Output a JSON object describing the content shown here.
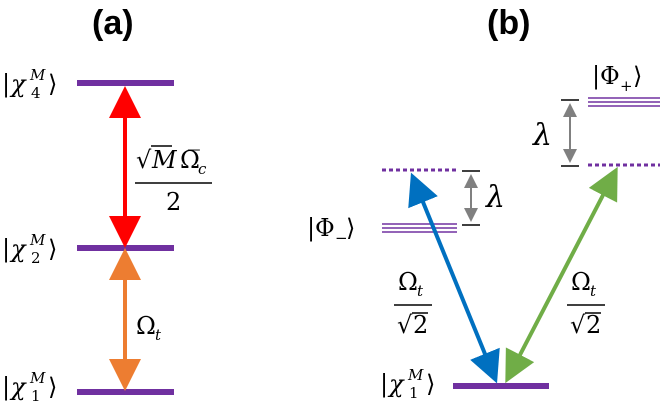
{
  "panel_a": {
    "label": "(a)",
    "states": {
      "chi4": {
        "bar": "|",
        "symbol": "χ",
        "sub": "4",
        "sup": "M",
        "close": "⟩"
      },
      "chi2": {
        "bar": "|",
        "symbol": "χ",
        "sub": "2",
        "sup": "M",
        "close": "⟩"
      },
      "chi1": {
        "bar": "|",
        "symbol": "χ",
        "sub": "1",
        "sup": "M",
        "close": "⟩"
      }
    },
    "coupling_upper": {
      "sqrt": "√",
      "M": "M",
      "omega_bar": "Ω̅",
      "sub": "c",
      "denominator": "2"
    },
    "coupling_lower": {
      "symbol": "Ω",
      "sub": "t"
    }
  },
  "panel_b": {
    "label": "(b)",
    "states": {
      "phi_minus": {
        "bar": "|",
        "symbol": "Φ",
        "sub": "−",
        "close": "⟩"
      },
      "phi_plus": {
        "bar": "|",
        "symbol": "Φ",
        "sub": "+",
        "close": "⟩"
      },
      "chi1": {
        "bar": "|",
        "symbol": "χ",
        "sub": "1",
        "sup": "M",
        "close": "⟩"
      }
    },
    "detuning": "λ",
    "coupling": {
      "symbol": "Ω",
      "sub": "t",
      "sqrt": "√",
      "two": "2"
    }
  },
  "colors": {
    "level": "#7030a0",
    "red_arrow": "#ff0000",
    "orange_arrow": "#ed7d31",
    "blue_arrow": "#0070c0",
    "green_arrow": "#70ad47",
    "gray_arrow": "#808080"
  }
}
